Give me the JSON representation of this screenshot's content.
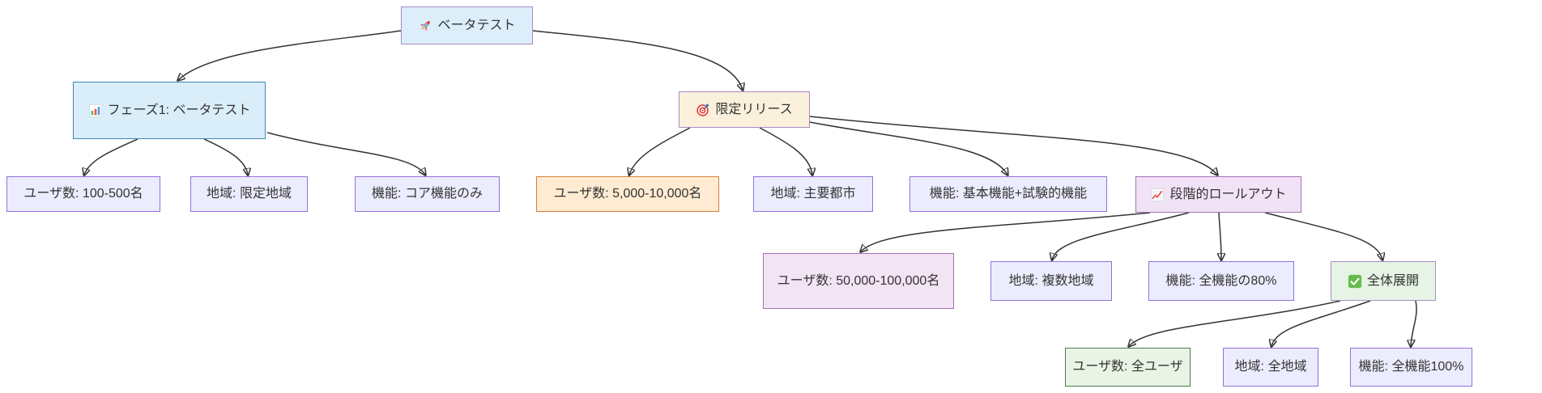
{
  "diagram": {
    "type": "flowchart-top-down",
    "nodes": {
      "root": {
        "icon": "rocket-icon",
        "label": "ベータテスト"
      },
      "phase1": {
        "icon": "bar-chart-icon",
        "label": "フェーズ1: ベータテスト"
      },
      "limited": {
        "icon": "target-icon",
        "label": "限定リリース"
      },
      "beta_users": {
        "label": "ユーザ数: 100-500名"
      },
      "beta_region": {
        "label": "地域: 限定地域"
      },
      "beta_features": {
        "label": "機能: コア機能のみ"
      },
      "limited_users": {
        "label": "ユーザ数: 5,000-10,000名"
      },
      "limited_region": {
        "label": "地域: 主要都市"
      },
      "limited_features": {
        "label": "機能: 基本機能+試験的機能"
      },
      "rollout": {
        "icon": "chart-increasing-icon",
        "label": "段階的ロールアウト"
      },
      "rollout_users": {
        "label": "ユーザ数: 50,000-100,000名"
      },
      "rollout_region": {
        "label": "地域: 複数地域"
      },
      "rollout_features": {
        "label": "機能: 全機能の80%"
      },
      "full": {
        "icon": "check-mark-icon",
        "label": "全体展開"
      },
      "full_users": {
        "label": "ユーザ数: 全ユーザ"
      },
      "full_region": {
        "label": "地域: 全地域"
      },
      "full_features": {
        "label": "機能: 全機能100%"
      }
    },
    "edges": [
      {
        "from": "root",
        "to": "phase1"
      },
      {
        "from": "root",
        "to": "limited"
      },
      {
        "from": "phase1",
        "to": "beta_users"
      },
      {
        "from": "phase1",
        "to": "beta_region"
      },
      {
        "from": "phase1",
        "to": "beta_features"
      },
      {
        "from": "limited",
        "to": "limited_users"
      },
      {
        "from": "limited",
        "to": "limited_region"
      },
      {
        "from": "limited",
        "to": "limited_features"
      },
      {
        "from": "limited",
        "to": "rollout"
      },
      {
        "from": "rollout",
        "to": "rollout_users"
      },
      {
        "from": "rollout",
        "to": "rollout_region"
      },
      {
        "from": "rollout",
        "to": "rollout_features"
      },
      {
        "from": "rollout",
        "to": "full"
      },
      {
        "from": "full",
        "to": "full_users"
      },
      {
        "from": "full",
        "to": "full_region"
      },
      {
        "from": "full",
        "to": "full_features"
      }
    ],
    "colors": {
      "canvas": "#FFFFFF",
      "edge": "#333333",
      "text": "#333333",
      "node_default_bg": "#ECECFF",
      "node_default_border": "#9370DB",
      "root_bg": "#DCEEFA",
      "phase1_bg": "#D9EEF8",
      "phase1_border": "#3C87B8",
      "limited_bg": "#FAF0DC",
      "limited_users_bg": "#FFEBD2",
      "limited_users_border": "#D2813A",
      "rollout_bg": "#F1E2F6",
      "rollout_users_bg": "#F3E4F5",
      "full_bg": "#E5F4E4",
      "full_users_bg": "#E9F4E5",
      "full_users_border": "#4C7A50"
    }
  }
}
